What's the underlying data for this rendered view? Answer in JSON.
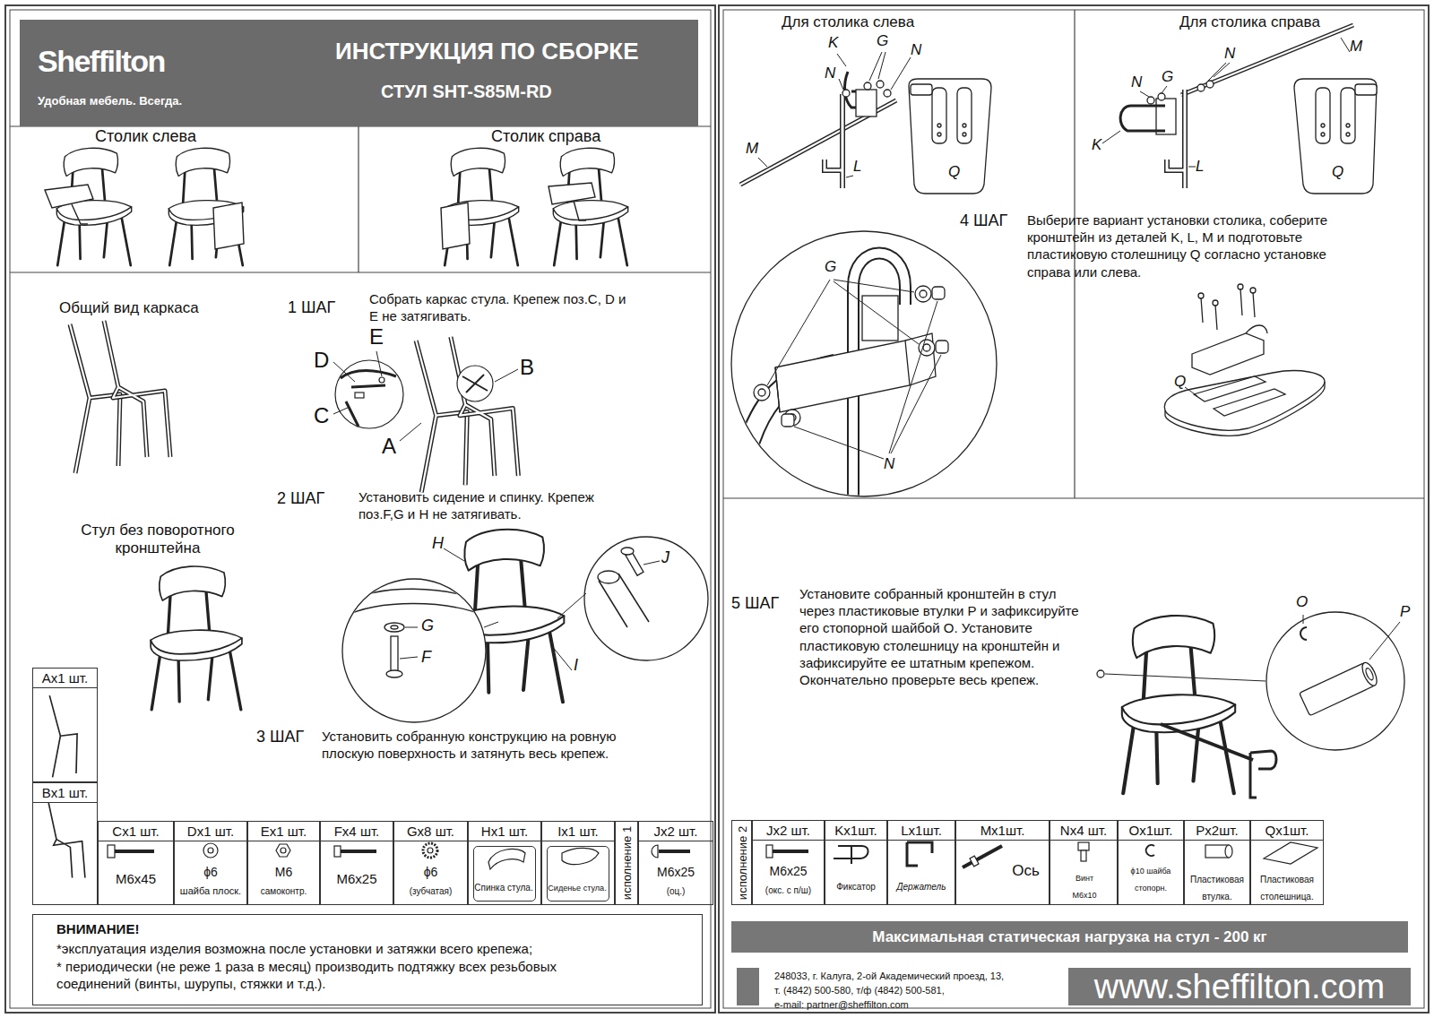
{
  "diagram": {
    "nodes": [
      {
        "text": [
          "Sheffilton",
          "Удобная мебель. Всегда.",
          "ИНСТРУКЦИЯ ПО СБОРКЕ",
          "СТУЛ SHT-S85M-RD"
        ]
      },
      {
        "text": [
          "Ax1 шт."
        ]
      },
      {
        "text": [
          "Bx1 шт."
        ]
      },
      {
        "text": [
          "Cx1 шт.",
          "M6x45"
        ]
      },
      {
        "text": [
          "Dx1 шт.",
          "ϕ6",
          "шайба плоск."
        ]
      },
      {
        "text": [
          "Ex1 шт.",
          "M6",
          "самоконтр."
        ]
      },
      {
        "text": [
          "Fx4 шт.",
          "M6x25"
        ]
      },
      {
        "text": [
          "Gx8 шт.",
          "ϕ6",
          "(зубчатая)"
        ]
      },
      {
        "text": [
          "Hx1 шт."
        ]
      },
      {
        "text": [
          "Спинка стула."
        ],
        "in": 8
      },
      {
        "text": [
          "Ix1 шт."
        ]
      },
      {
        "text": [
          "Сиденье стула."
        ],
        "in": 10
      },
      {
        "text": [
          "исполнение 1"
        ]
      },
      {
        "text": [
          "Jx2 шт.",
          "M6x25",
          "(оц.)"
        ]
      },
      {
        "text": [
          "ВНИМАНИЕ!",
          "*эксплуатация изделия возможна после установки и затяжки всего крепежа;",
          "* периодически (не реже 1 раза в месяц) производить подтяжку всех резьбовых соединений (винты, шурупы, стяжки и т.д.)."
        ]
      },
      {
        "text": [
          "исполнение 2"
        ]
      },
      {
        "text": [
          "Jx2 шт.",
          "M6x25",
          "(окс. с п/ш)"
        ]
      },
      {
        "text": [
          "Kx1шт.",
          "Фиксатор"
        ]
      },
      {
        "text": [
          "Lx1шт.",
          "Держатель"
        ]
      },
      {
        "text": [
          "Mx1шт.",
          "Ось"
        ]
      },
      {
        "text": [
          "Nx4 шт.",
          "Винт M6x10"
        ]
      },
      {
        "text": [
          "Ox1шт.",
          "ϕ10 шайба стопорн."
        ]
      },
      {
        "text": [
          "Px2шт.",
          "Пластиковая втулка."
        ]
      },
      {
        "text": [
          "Qx1шт.",
          "Пластиковая столешница."
        ]
      },
      {
        "text": [
          "Максимальная статическая нагрузка на стул - 200 кг"
        ]
      },
      {
        "text": [
          "www.sheffilton.com"
        ]
      }
    ],
    "labels": [
      "Столик слева",
      "Столик справа",
      "Общий вид каркаса",
      "1 ШАГ",
      "Собрать каркас стула. Крепеж поз.C, D и E не затягивать.",
      "E",
      "D",
      "C",
      "A",
      "B",
      "2 ШАГ",
      "Установить сидение и спинку. Крепеж поз.F,G и H не затягивать.",
      "Стул без поворотного кронштейна",
      "H",
      "G",
      "F",
      "J",
      "I",
      "3 ШАГ",
      "Установить собранную конструкцию на ровную плоскую поверхность и затянуть весь крепеж.",
      "Для столика слева",
      "K",
      "G",
      "N",
      "N",
      "M",
      "L",
      "Q",
      "Для столика справа",
      "M",
      "N",
      "G",
      "N",
      "K",
      "L",
      "Q",
      "G",
      "N",
      "4 ШАГ",
      "Выберите вариант установки столика, соберите кронштейн из деталей K, L, M и подготовьте пластиковую столешницу Q согласно установке справа или слева.",
      "Q",
      "5 ШАГ",
      "Установите собранный кронштейн в стул через пластиковые втулки P и зафиксируйте его стопорной шайбой O. Установите пластиковую столешницу на кронштейн и зафиксируйте ее штатным крепежом. Окончательно проверьте весь крепеж.",
      "O",
      "P",
      "248033, г. Калуга, 2-ой Академический проезд, 13,",
      "т. (4842) 500-580, т/ф (4842) 500-581,",
      "e-mail: partner@sheffilton.com"
    ]
  }
}
